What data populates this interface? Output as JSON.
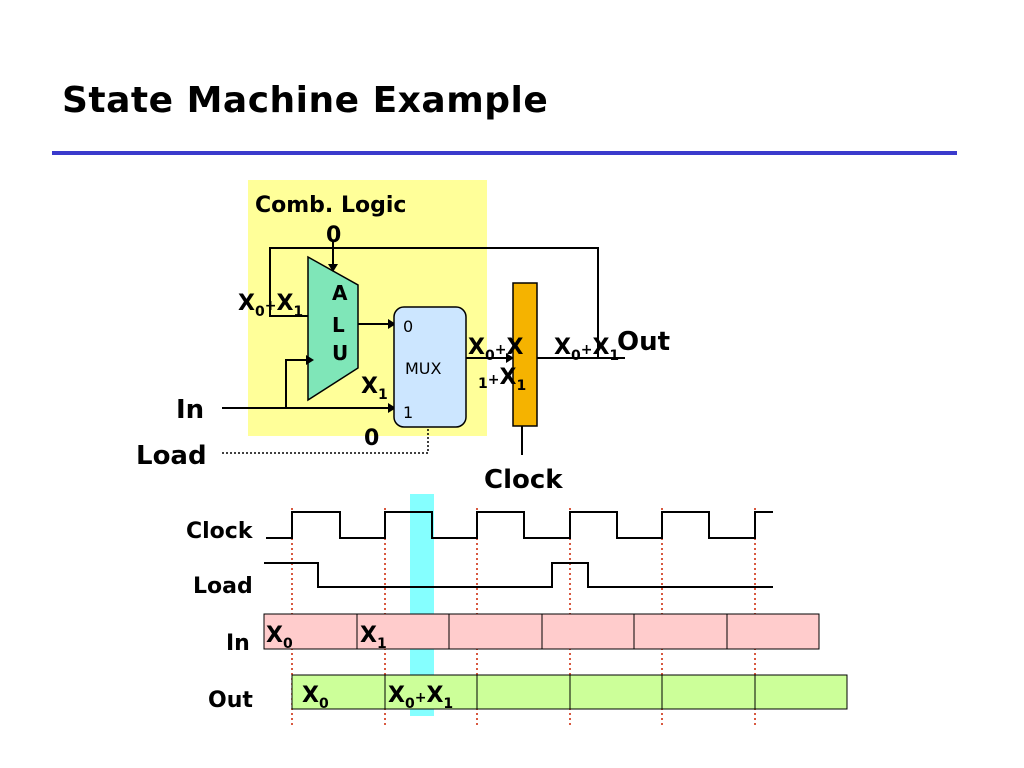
{
  "title": "State Machine Example",
  "colors": {
    "rule": "#3a3acc",
    "comb_logic_bg": "#ffff99",
    "alu_fill": "#7fe6b8",
    "mux_fill": "#cce6ff",
    "register_fill": "#f5b300",
    "in_row_fill": "#ffcccc",
    "out_row_fill": "#ccff99",
    "highlight": "#66ffff",
    "clock_marker": "#cc2200"
  },
  "circuit": {
    "comb_logic_label": "Comb. Logic",
    "alu_letters": [
      "A",
      "L",
      "U"
    ],
    "alu_top_input": "0",
    "alu_input_label": {
      "a": "X",
      "a_sub": "0",
      "plus": "+",
      "b": "X",
      "b_sub": "1"
    },
    "mux_label": "MUX",
    "mux_input0": "0",
    "mux_input1": "1",
    "mux_in1_value": {
      "base": "X",
      "sub": "1"
    },
    "mux_select_value": "0",
    "reg_input_line1": {
      "a": "X",
      "a_sub": "0",
      "plus": "+",
      "b": "X"
    },
    "reg_input_line2": {
      "b_sub": "1",
      "plus": "+",
      "c": "X",
      "c_sub": "1"
    },
    "out_value": {
      "a": "X",
      "a_sub": "0",
      "plus": "+",
      "b": "X",
      "b_sub": "1"
    },
    "out_label": "Out",
    "in_label": "In",
    "load_label": "Load",
    "clock_label": "Clock"
  },
  "timing": {
    "clock_label": "Clock",
    "load_label": "Load",
    "in_label": "In",
    "out_label": "Out",
    "in_values": [
      {
        "base": "X",
        "sub": "0"
      },
      {
        "base": "X",
        "sub": "1"
      }
    ],
    "out_values": [
      {
        "base": "X",
        "sub": "0"
      },
      {
        "a": "X",
        "a_sub": "0",
        "plus": "+",
        "b": "X",
        "b_sub": "1"
      }
    ]
  }
}
